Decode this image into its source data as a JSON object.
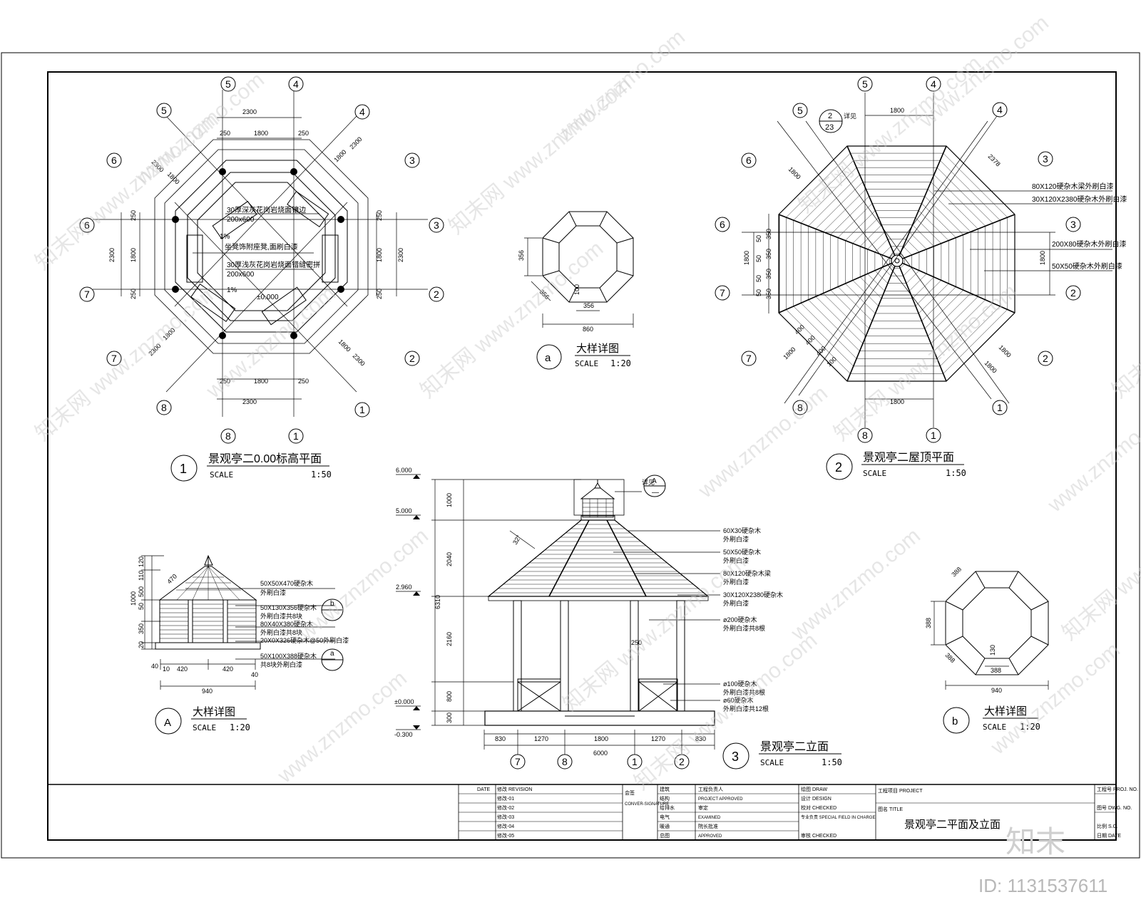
{
  "views": {
    "plan": {
      "number": "1",
      "title": "景观亭二0.00标高平面",
      "scale_label": "SCALE",
      "scale": "1:50"
    },
    "roof": {
      "number": "2",
      "title": "景观亭二屋顶平面",
      "scale_label": "SCALE",
      "scale": "1:50"
    },
    "elevation": {
      "number": "3",
      "title": "景观亭二立面",
      "scale_label": "SCALE",
      "scale": "1:50"
    },
    "detail_a_small": {
      "number": "a",
      "title": "大样详图",
      "scale_label": "SCALE",
      "scale": "1:20"
    },
    "detail_A": {
      "number": "A",
      "title": "大样详图",
      "scale_label": "SCALE",
      "scale": "1:20"
    },
    "detail_b": {
      "number": "b",
      "title": "大样详图",
      "scale_label": "SCALE",
      "scale": "1:20"
    }
  },
  "axes": {
    "n1": "1",
    "n2": "2",
    "n3": "3",
    "n4": "4",
    "n5": "5",
    "n6": "6",
    "n7": "7",
    "n8": "8"
  },
  "plan_dims": {
    "d2300": "2300",
    "d1800": "1800",
    "d250": "250"
  },
  "plan_notes": {
    "n1": "30厚深灰花岗岩烧面镶边",
    "n1b": "200x600",
    "n2": "坐凳饰附座凳,面刷白漆",
    "n3": "30厚浅灰花岗岩烧面错缝密拼",
    "n3b": "200x600",
    "slope": "1%",
    "level": "±0.000"
  },
  "roof_notes": {
    "r1": "80X120硬杂木梁外刷白漆",
    "r2": "30X120X2380硬杂木外刷白漆",
    "r3": "200X80硬杂木外刷白漆",
    "r4": "50X50硬杂木外刷白漆",
    "d1800": "1800",
    "d2378": "2378",
    "d350": "350",
    "d50": "50",
    "d400": "400",
    "d100": "100",
    "ref_top": "2",
    "ref_bot": "23",
    "ref_label": "详见"
  },
  "detail_a_dims": {
    "d356": "356",
    "d100": "100",
    "d860": "860"
  },
  "detail_b_dims": {
    "d388": "388",
    "d130": "130",
    "d940": "940"
  },
  "detail_A": {
    "notes": [
      "50X50X470硬杂木",
      "外刷白漆",
      "50X130X356硬杂木",
      "外刷白漆共8块",
      "80X40X380硬杂木",
      "外刷白漆共8块",
      "20X0X326硬杂木@50外刷白漆",
      "50X100X388硬杂木",
      "共8块外刷白漆"
    ],
    "dims": {
      "d1000": "1000",
      "d110": "110",
      "d120": "120",
      "d500": "500",
      "d50": "50",
      "d350": "350",
      "d420": "420",
      "d40": "40",
      "d940": "940",
      "d470": "470",
      "d20": "20",
      "d10": "10"
    },
    "ref_b": "b",
    "ref_a": "a"
  },
  "elevation": {
    "levels": [
      "6.000",
      "5.000",
      "2.960",
      "±0.000",
      "-0.300"
    ],
    "vdims": [
      "1000",
      "2040",
      "2160",
      "800",
      "300",
      "6310"
    ],
    "hdims": [
      "830",
      "1270",
      "1800",
      "1270",
      "830",
      "6000"
    ],
    "notes": [
      "60X30硬杂木",
      "外刷白漆",
      "50X50硬杂木",
      "外刷白漆",
      "80X120硬杂木梁",
      "外刷白漆",
      "30X120X2380硬杂木",
      "外刷白漆",
      "ø200硬杂木",
      "外刷白漆共8根",
      "ø100硬杂木",
      "外刷白漆共8根",
      "ø60硬杂木",
      "外刷白漆共12根"
    ],
    "d250": "250",
    "pitch": "32°",
    "ref_label": "详见",
    "ref_top": "A",
    "ref_bot": "—"
  },
  "title_block": {
    "date_label": "DATE",
    "rev_label": "修改",
    "rev_en": "REVISION",
    "revs": [
      "修改-01",
      "修改-02",
      "修改-03",
      "修改-04",
      "修改-05"
    ],
    "sign_title": "会签",
    "sign_en": "CONVER-SIGNATURE",
    "roles": [
      "建筑",
      "结构",
      "给排水",
      "电气",
      "暖通",
      "总图"
    ],
    "approve": "工程负责人",
    "approve_en": "PROJECT APPROVED",
    "examined": "审定",
    "examined_en": "EXAMINED",
    "approved2": "院长批准",
    "approved2_en": "APPROVED",
    "draw": "绘图 DRAW",
    "design": "设计 DESIGN",
    "check": "校对 CHECKED",
    "spec": "专业负责 SPECIAL FIELD IN CHARGE",
    "audit": "审核 CHECKED",
    "project_label": "工程项目 PROJECT",
    "title_label": "图名 TITLE",
    "drawing_title": "景观亭二平面及立面",
    "job_label": "工程号 PROJ. NO.",
    "sheet_label": "图号 DWG. NO.",
    "scale_label": "比例 S.C.",
    "date2": "日期 DATE"
  },
  "watermark": {
    "site": "www.znzmo.com",
    "brand": "知末网",
    "logo": "知末",
    "id": "ID: 1131537611"
  }
}
